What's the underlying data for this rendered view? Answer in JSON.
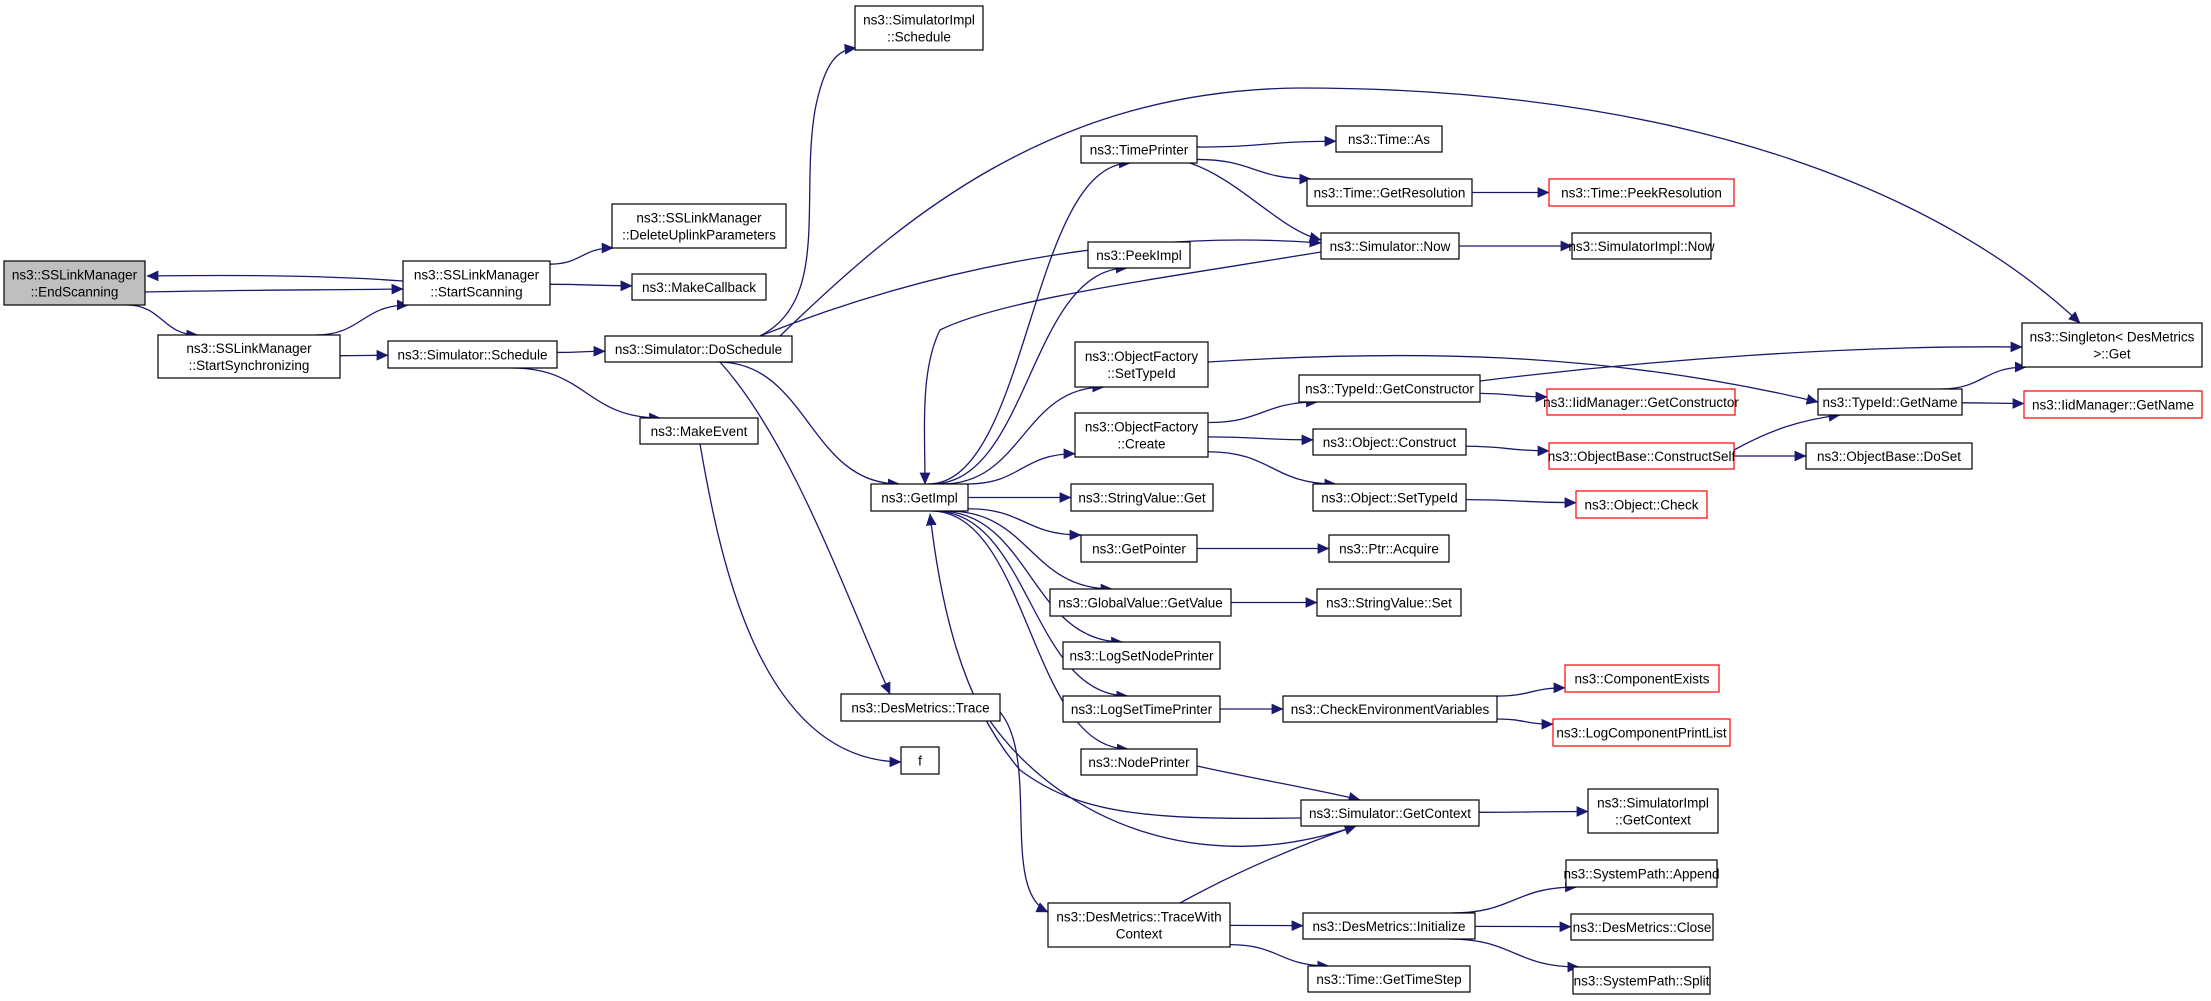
{
  "colors": {
    "edge": "#191970",
    "border": "#000000",
    "highlight_border": "#ff0000",
    "root_fill": "#bfbfbf",
    "fill": "#ffffff"
  },
  "nodes": [
    {
      "id": "endscanning",
      "lines": [
        "ns3::SSLinkManager",
        "::EndScanning"
      ],
      "style": "root"
    },
    {
      "id": "startscanning",
      "lines": [
        "ns3::SSLinkManager",
        "::StartScanning"
      ],
      "style": "normal"
    },
    {
      "id": "startsync",
      "lines": [
        "ns3::SSLinkManager",
        "::StartSynchronizing"
      ],
      "style": "normal"
    },
    {
      "id": "deleteuplink",
      "lines": [
        "ns3::SSLinkManager",
        "::DeleteUplinkParameters"
      ],
      "style": "normal"
    },
    {
      "id": "makecallback",
      "lines": [
        "ns3::MakeCallback"
      ],
      "style": "normal"
    },
    {
      "id": "schedule",
      "lines": [
        "ns3::Simulator::Schedule"
      ],
      "style": "normal"
    },
    {
      "id": "doschedule",
      "lines": [
        "ns3::Simulator::DoSchedule"
      ],
      "style": "normal"
    },
    {
      "id": "makeevent",
      "lines": [
        "ns3::MakeEvent"
      ],
      "style": "normal"
    },
    {
      "id": "simimpl_schedule",
      "lines": [
        "ns3::SimulatorImpl",
        "::Schedule"
      ],
      "style": "normal"
    },
    {
      "id": "getimpl",
      "lines": [
        "ns3::GetImpl"
      ],
      "style": "normal"
    },
    {
      "id": "desmetrics_trace",
      "lines": [
        "ns3::DesMetrics::Trace"
      ],
      "style": "normal"
    },
    {
      "id": "f",
      "lines": [
        "f"
      ],
      "style": "normal"
    },
    {
      "id": "timeprinter",
      "lines": [
        "ns3::TimePrinter"
      ],
      "style": "normal"
    },
    {
      "id": "peekimpl",
      "lines": [
        "ns3::PeekImpl"
      ],
      "style": "normal"
    },
    {
      "id": "of_settypeid",
      "lines": [
        "ns3::ObjectFactory",
        "::SetTypeId"
      ],
      "style": "normal"
    },
    {
      "id": "of_create",
      "lines": [
        "ns3::ObjectFactory",
        "::Create"
      ],
      "style": "normal"
    },
    {
      "id": "stringvalue_get",
      "lines": [
        "ns3::StringValue::Get"
      ],
      "style": "normal"
    },
    {
      "id": "getpointer",
      "lines": [
        "ns3::GetPointer"
      ],
      "style": "normal"
    },
    {
      "id": "globalvalue_getvalue",
      "lines": [
        "ns3::GlobalValue::GetValue"
      ],
      "style": "normal"
    },
    {
      "id": "logsetnodeprinter",
      "lines": [
        "ns3::LogSetNodePrinter"
      ],
      "style": "normal"
    },
    {
      "id": "logsettimeprinter",
      "lines": [
        "ns3::LogSetTimePrinter"
      ],
      "style": "normal"
    },
    {
      "id": "nodeprinter",
      "lines": [
        "ns3::NodePrinter"
      ],
      "style": "normal"
    },
    {
      "id": "tracewithcontext",
      "lines": [
        "ns3::DesMetrics::TraceWith",
        "Context"
      ],
      "style": "normal"
    },
    {
      "id": "time_as",
      "lines": [
        "ns3::Time::As"
      ],
      "style": "normal"
    },
    {
      "id": "time_getresolution",
      "lines": [
        "ns3::Time::GetResolution"
      ],
      "style": "normal"
    },
    {
      "id": "simulator_now",
      "lines": [
        "ns3::Simulator::Now"
      ],
      "style": "normal"
    },
    {
      "id": "typeid_getconstructor",
      "lines": [
        "ns3::TypeId::GetConstructor"
      ],
      "style": "normal"
    },
    {
      "id": "object_construct",
      "lines": [
        "ns3::Object::Construct"
      ],
      "style": "normal"
    },
    {
      "id": "object_settypeid",
      "lines": [
        "ns3::Object::SetTypeId"
      ],
      "style": "normal"
    },
    {
      "id": "ptr_acquire",
      "lines": [
        "ns3::Ptr::Acquire"
      ],
      "style": "normal"
    },
    {
      "id": "stringvalue_set",
      "lines": [
        "ns3::StringValue::Set"
      ],
      "style": "normal"
    },
    {
      "id": "checkenv",
      "lines": [
        "ns3::CheckEnvironmentVariables"
      ],
      "style": "normal"
    },
    {
      "id": "simulator_getcontext",
      "lines": [
        "ns3::Simulator::GetContext"
      ],
      "style": "normal"
    },
    {
      "id": "desmetrics_initialize",
      "lines": [
        "ns3::DesMetrics::Initialize"
      ],
      "style": "normal"
    },
    {
      "id": "time_gettimestep",
      "lines": [
        "ns3::Time::GetTimeStep"
      ],
      "style": "normal"
    },
    {
      "id": "time_peekresolution",
      "lines": [
        "ns3::Time::PeekResolution"
      ],
      "style": "red"
    },
    {
      "id": "simimpl_now",
      "lines": [
        "ns3::SimulatorImpl::Now"
      ],
      "style": "normal"
    },
    {
      "id": "iidmanager_getconstructor",
      "lines": [
        "ns3::IidManager::GetConstructor"
      ],
      "style": "red"
    },
    {
      "id": "objectbase_constructself",
      "lines": [
        "ns3::ObjectBase::ConstructSelf"
      ],
      "style": "red"
    },
    {
      "id": "object_check",
      "lines": [
        "ns3::Object::Check"
      ],
      "style": "red"
    },
    {
      "id": "componentexists",
      "lines": [
        "ns3::ComponentExists"
      ],
      "style": "red"
    },
    {
      "id": "logcomponentprintlist",
      "lines": [
        "ns3::LogComponentPrintList"
      ],
      "style": "red"
    },
    {
      "id": "simimpl_getcontext",
      "lines": [
        "ns3::SimulatorImpl",
        "::GetContext"
      ],
      "style": "normal"
    },
    {
      "id": "systempath_append",
      "lines": [
        "ns3::SystemPath::Append"
      ],
      "style": "normal"
    },
    {
      "id": "desmetrics_close",
      "lines": [
        "ns3::DesMetrics::Close"
      ],
      "style": "normal"
    },
    {
      "id": "systempath_split",
      "lines": [
        "ns3::SystemPath::Split"
      ],
      "style": "normal"
    },
    {
      "id": "singleton_get",
      "lines": [
        "ns3::Singleton< DesMetrics",
        " >::Get"
      ],
      "style": "normal"
    },
    {
      "id": "typeid_getname",
      "lines": [
        "ns3::TypeId::GetName"
      ],
      "style": "normal"
    },
    {
      "id": "objectbase_doset",
      "lines": [
        "ns3::ObjectBase::DoSet"
      ],
      "style": "normal"
    },
    {
      "id": "iidmanager_getname",
      "lines": [
        "ns3::IidManager::GetName"
      ],
      "style": "red"
    }
  ],
  "edges": [
    [
      "endscanning",
      "startscanning"
    ],
    [
      "endscanning",
      "startsync"
    ],
    [
      "startscanning",
      "endscanning"
    ],
    [
      "startscanning",
      "deleteuplink"
    ],
    [
      "startscanning",
      "makecallback"
    ],
    [
      "startsync",
      "startscanning"
    ],
    [
      "startsync",
      "schedule"
    ],
    [
      "schedule",
      "doschedule"
    ],
    [
      "schedule",
      "makeevent"
    ],
    [
      "makeevent",
      "f"
    ],
    [
      "doschedule",
      "simimpl_schedule"
    ],
    [
      "doschedule",
      "singleton_get"
    ],
    [
      "doschedule",
      "simulator_now"
    ],
    [
      "doschedule",
      "getimpl"
    ],
    [
      "doschedule",
      "desmetrics_trace"
    ],
    [
      "getimpl",
      "timeprinter"
    ],
    [
      "getimpl",
      "peekimpl"
    ],
    [
      "getimpl",
      "of_settypeid"
    ],
    [
      "getimpl",
      "of_create"
    ],
    [
      "getimpl",
      "stringvalue_get"
    ],
    [
      "getimpl",
      "getpointer"
    ],
    [
      "getimpl",
      "globalvalue_getvalue"
    ],
    [
      "getimpl",
      "logsetnodeprinter"
    ],
    [
      "getimpl",
      "logsettimeprinter"
    ],
    [
      "getimpl",
      "nodeprinter"
    ],
    [
      "simulator_now",
      "getimpl"
    ],
    [
      "simulator_now",
      "simimpl_now"
    ],
    [
      "simulator_getcontext",
      "getimpl"
    ],
    [
      "simulator_getcontext",
      "simimpl_getcontext"
    ],
    [
      "timeprinter",
      "time_as"
    ],
    [
      "timeprinter",
      "time_getresolution"
    ],
    [
      "timeprinter",
      "simulator_now"
    ],
    [
      "time_getresolution",
      "time_peekresolution"
    ],
    [
      "of_settypeid",
      "typeid_getname"
    ],
    [
      "of_create",
      "typeid_getconstructor"
    ],
    [
      "of_create",
      "object_construct"
    ],
    [
      "of_create",
      "object_settypeid"
    ],
    [
      "typeid_getconstructor",
      "iidmanager_getconstructor"
    ],
    [
      "typeid_getconstructor",
      "singleton_get"
    ],
    [
      "object_construct",
      "objectbase_constructself"
    ],
    [
      "object_settypeid",
      "object_check"
    ],
    [
      "objectbase_constructself",
      "typeid_getname"
    ],
    [
      "objectbase_constructself",
      "objectbase_doset"
    ],
    [
      "typeid_getname",
      "singleton_get"
    ],
    [
      "typeid_getname",
      "iidmanager_getname"
    ],
    [
      "getpointer",
      "ptr_acquire"
    ],
    [
      "globalvalue_getvalue",
      "stringvalue_set"
    ],
    [
      "logsettimeprinter",
      "checkenv"
    ],
    [
      "checkenv",
      "componentexists"
    ],
    [
      "checkenv",
      "logcomponentprintlist"
    ],
    [
      "nodeprinter",
      "simulator_getcontext"
    ],
    [
      "desmetrics_trace",
      "simulator_getcontext"
    ],
    [
      "desmetrics_trace",
      "tracewithcontext"
    ],
    [
      "tracewithcontext",
      "simulator_getcontext"
    ],
    [
      "tracewithcontext",
      "desmetrics_initialize"
    ],
    [
      "tracewithcontext",
      "time_gettimestep"
    ],
    [
      "desmetrics_initialize",
      "systempath_append"
    ],
    [
      "desmetrics_initialize",
      "desmetrics_close"
    ],
    [
      "desmetrics_initialize",
      "systempath_split"
    ]
  ]
}
